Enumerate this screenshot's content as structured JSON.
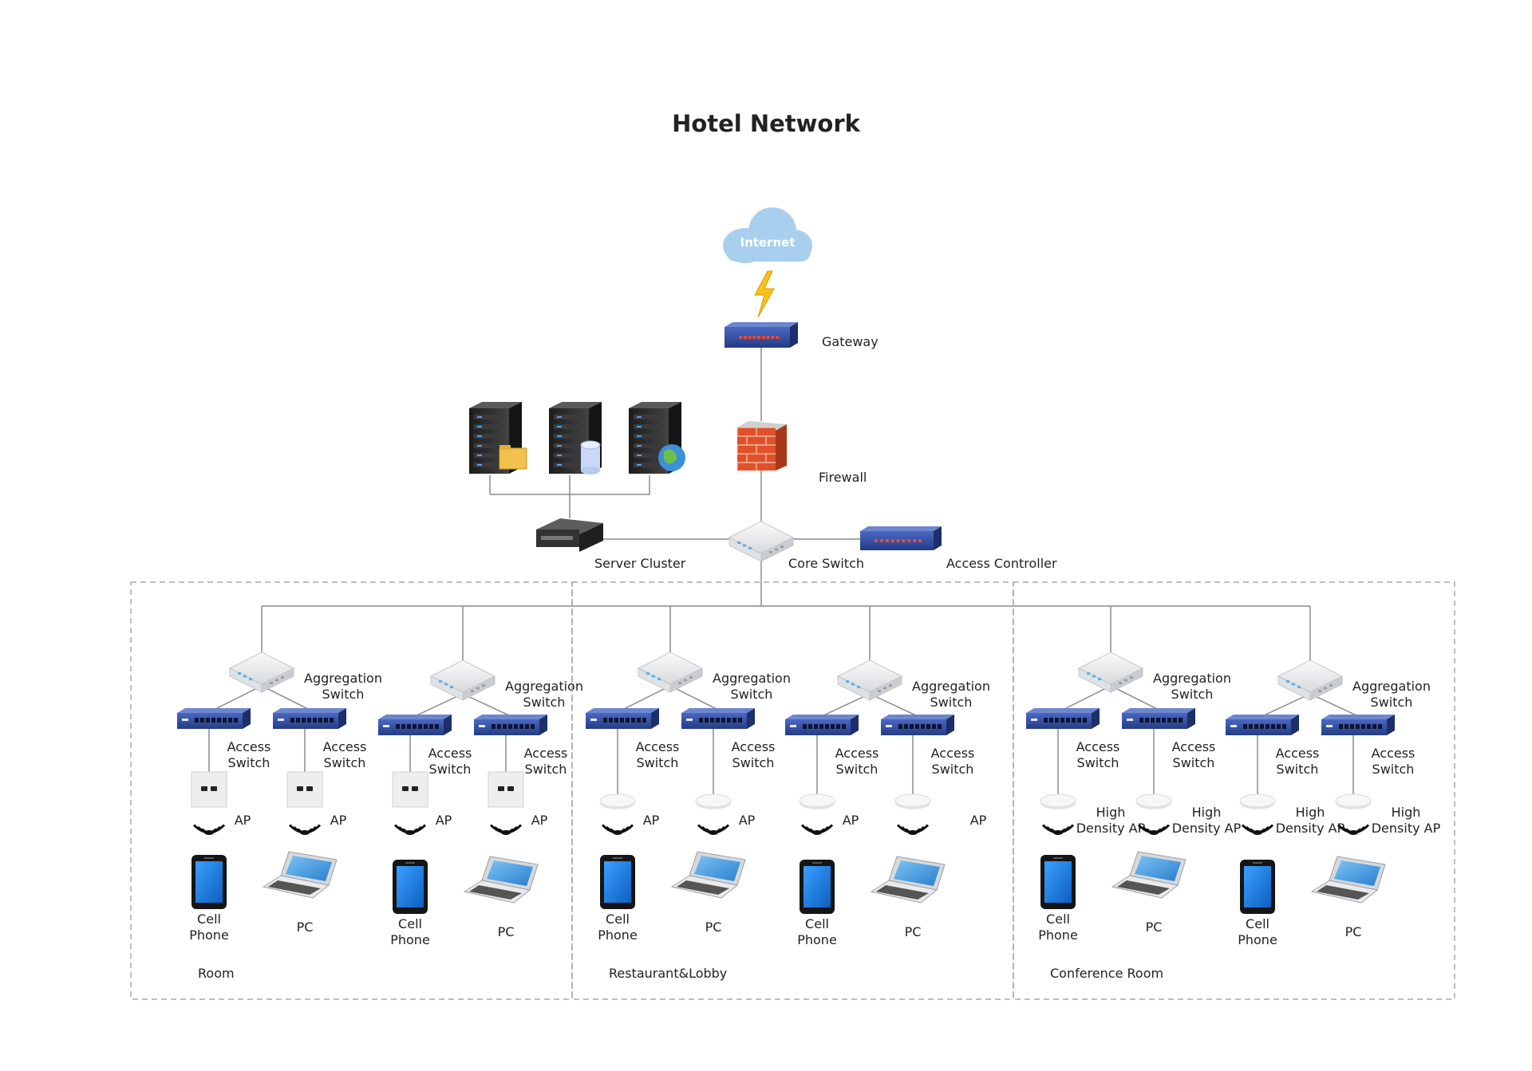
{
  "title": "Hotel Network",
  "core": {
    "internet": "Internet",
    "gateway": "Gateway",
    "firewall": "Firewall",
    "server_cluster": "Server Cluster",
    "core_switch": "Core Switch",
    "access_controller": "Access Controller"
  },
  "zones": [
    {
      "name": "Room",
      "groups": [
        {
          "agg": [
            "Aggregation",
            "Switch"
          ],
          "branches": [
            {
              "access": [
                "Access",
                "Switch"
              ],
              "ap_type": "wall",
              "ap": [
                "AP"
              ],
              "device_type": "phone",
              "device": [
                "Cell",
                "Phone"
              ]
            },
            {
              "access": [
                "Access",
                "Switch"
              ],
              "ap_type": "wall",
              "ap": [
                "AP"
              ],
              "device_type": "laptop",
              "device": [
                "PC"
              ]
            }
          ]
        },
        {
          "agg": [
            "Aggregation",
            "Switch"
          ],
          "branches": [
            {
              "access": [
                "Access",
                "Switch"
              ],
              "ap_type": "wall",
              "ap": [
                "AP"
              ],
              "device_type": "phone",
              "device": [
                "Cell",
                "Phone"
              ]
            },
            {
              "access": [
                "Access",
                "Switch"
              ],
              "ap_type": "wall",
              "ap": [
                "AP"
              ],
              "device_type": "laptop",
              "device": [
                "PC"
              ]
            }
          ]
        }
      ]
    },
    {
      "name": "Restaurant&Lobby",
      "groups": [
        {
          "agg": [
            "Aggregation",
            "Switch"
          ],
          "branches": [
            {
              "access": [
                "Access",
                "Switch"
              ],
              "ap_type": "ceiling",
              "ap": [
                "AP"
              ],
              "device_type": "phone",
              "device": [
                "Cell",
                "Phone"
              ]
            },
            {
              "access": [
                "Access",
                "Switch"
              ],
              "ap_type": "ceiling",
              "ap": [
                "AP"
              ],
              "device_type": "laptop",
              "device": [
                "PC"
              ]
            }
          ]
        },
        {
          "agg": [
            "Aggregation",
            "Switch"
          ],
          "branches": [
            {
              "access": [
                "Access",
                "Switch"
              ],
              "ap_type": "ceiling",
              "ap": [
                "AP"
              ],
              "device_type": "phone",
              "device": [
                "Cell",
                "Phone"
              ]
            },
            {
              "access": [
                "Access",
                "Switch"
              ],
              "ap_type": "ceiling",
              "ap": [
                "AP"
              ],
              "device_type": "laptop",
              "device": [
                "PC"
              ]
            }
          ]
        }
      ]
    },
    {
      "name": "Conference Room",
      "groups": [
        {
          "agg": [
            "Aggregation",
            "Switch"
          ],
          "branches": [
            {
              "access": [
                "Access",
                "Switch"
              ],
              "ap_type": "ceiling",
              "ap": [
                "High",
                "Density AP"
              ],
              "device_type": "phone",
              "device": [
                "Cell",
                "Phone"
              ]
            },
            {
              "access": [
                "Access",
                "Switch"
              ],
              "ap_type": "ceiling",
              "ap": [
                "High",
                "Density AP"
              ],
              "device_type": "laptop",
              "device": [
                "PC"
              ]
            }
          ]
        },
        {
          "agg": [
            "Aggregation",
            "Switch"
          ],
          "branches": [
            {
              "access": [
                "Access",
                "Switch"
              ],
              "ap_type": "ceiling",
              "ap": [
                "High",
                "Density AP"
              ],
              "device_type": "phone",
              "device": [
                "Cell",
                "Phone"
              ]
            },
            {
              "access": [
                "Access",
                "Switch"
              ],
              "ap_type": "ceiling",
              "ap": [
                "High",
                "Density AP"
              ],
              "device_type": "laptop",
              "device": [
                "PC"
              ]
            }
          ]
        }
      ]
    }
  ],
  "icons": {
    "cloud": "cloud-icon",
    "lightning": "lightning-icon",
    "gateway": "gateway-icon",
    "firewall": "firewall-icon",
    "server": "server-icon",
    "switch": "switch-icon",
    "access_switch": "access-switch-icon",
    "wifi": "wifi-icon",
    "phone": "cell-phone-icon",
    "laptop": "laptop-icon"
  },
  "colors": {
    "cloud": "#a8d0ee",
    "switch_blue": "#2e4a9c",
    "firewall_brick": "#e0502a",
    "server_dark": "#2b2b2b",
    "phone_screen": "#1e7fe0",
    "wire": "#8a8a8a",
    "zone_border": "#a8a8a8"
  }
}
